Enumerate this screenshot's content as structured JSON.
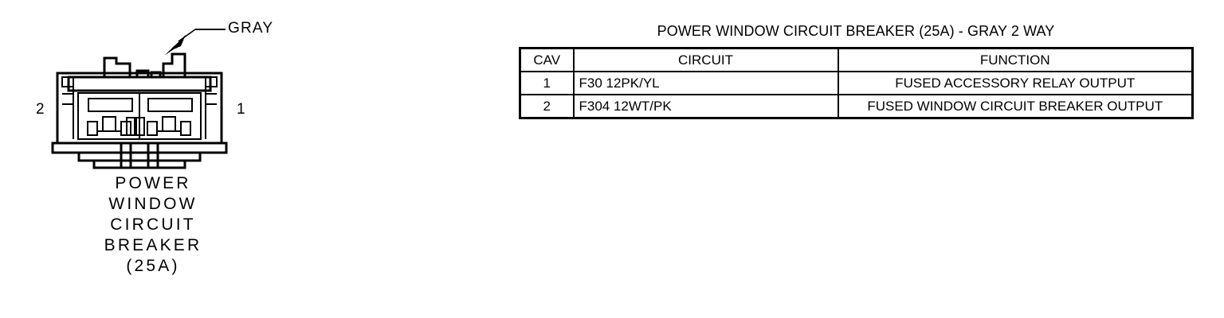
{
  "connector": {
    "callout_label": "GRAY",
    "pin_left_label": "2",
    "pin_right_label": "1",
    "caption_lines": [
      "POWER",
      "WINDOW",
      "CIRCUIT",
      "BREAKER",
      "(25A)"
    ]
  },
  "table": {
    "title": "POWER WINDOW CIRCUIT BREAKER (25A) - GRAY 2 WAY",
    "headers": {
      "cav": "CAV",
      "circuit": "CIRCUIT",
      "function": "FUNCTION"
    },
    "rows": [
      {
        "cav": "1",
        "circuit": "F30 12PK/YL",
        "function": "FUSED ACCESSORY RELAY OUTPUT"
      },
      {
        "cav": "2",
        "circuit": "F304 12WT/PK",
        "function": "FUSED WINDOW CIRCUIT BREAKER OUTPUT"
      }
    ]
  },
  "colors": {
    "ink": "#000000",
    "page": "#ffffff"
  }
}
